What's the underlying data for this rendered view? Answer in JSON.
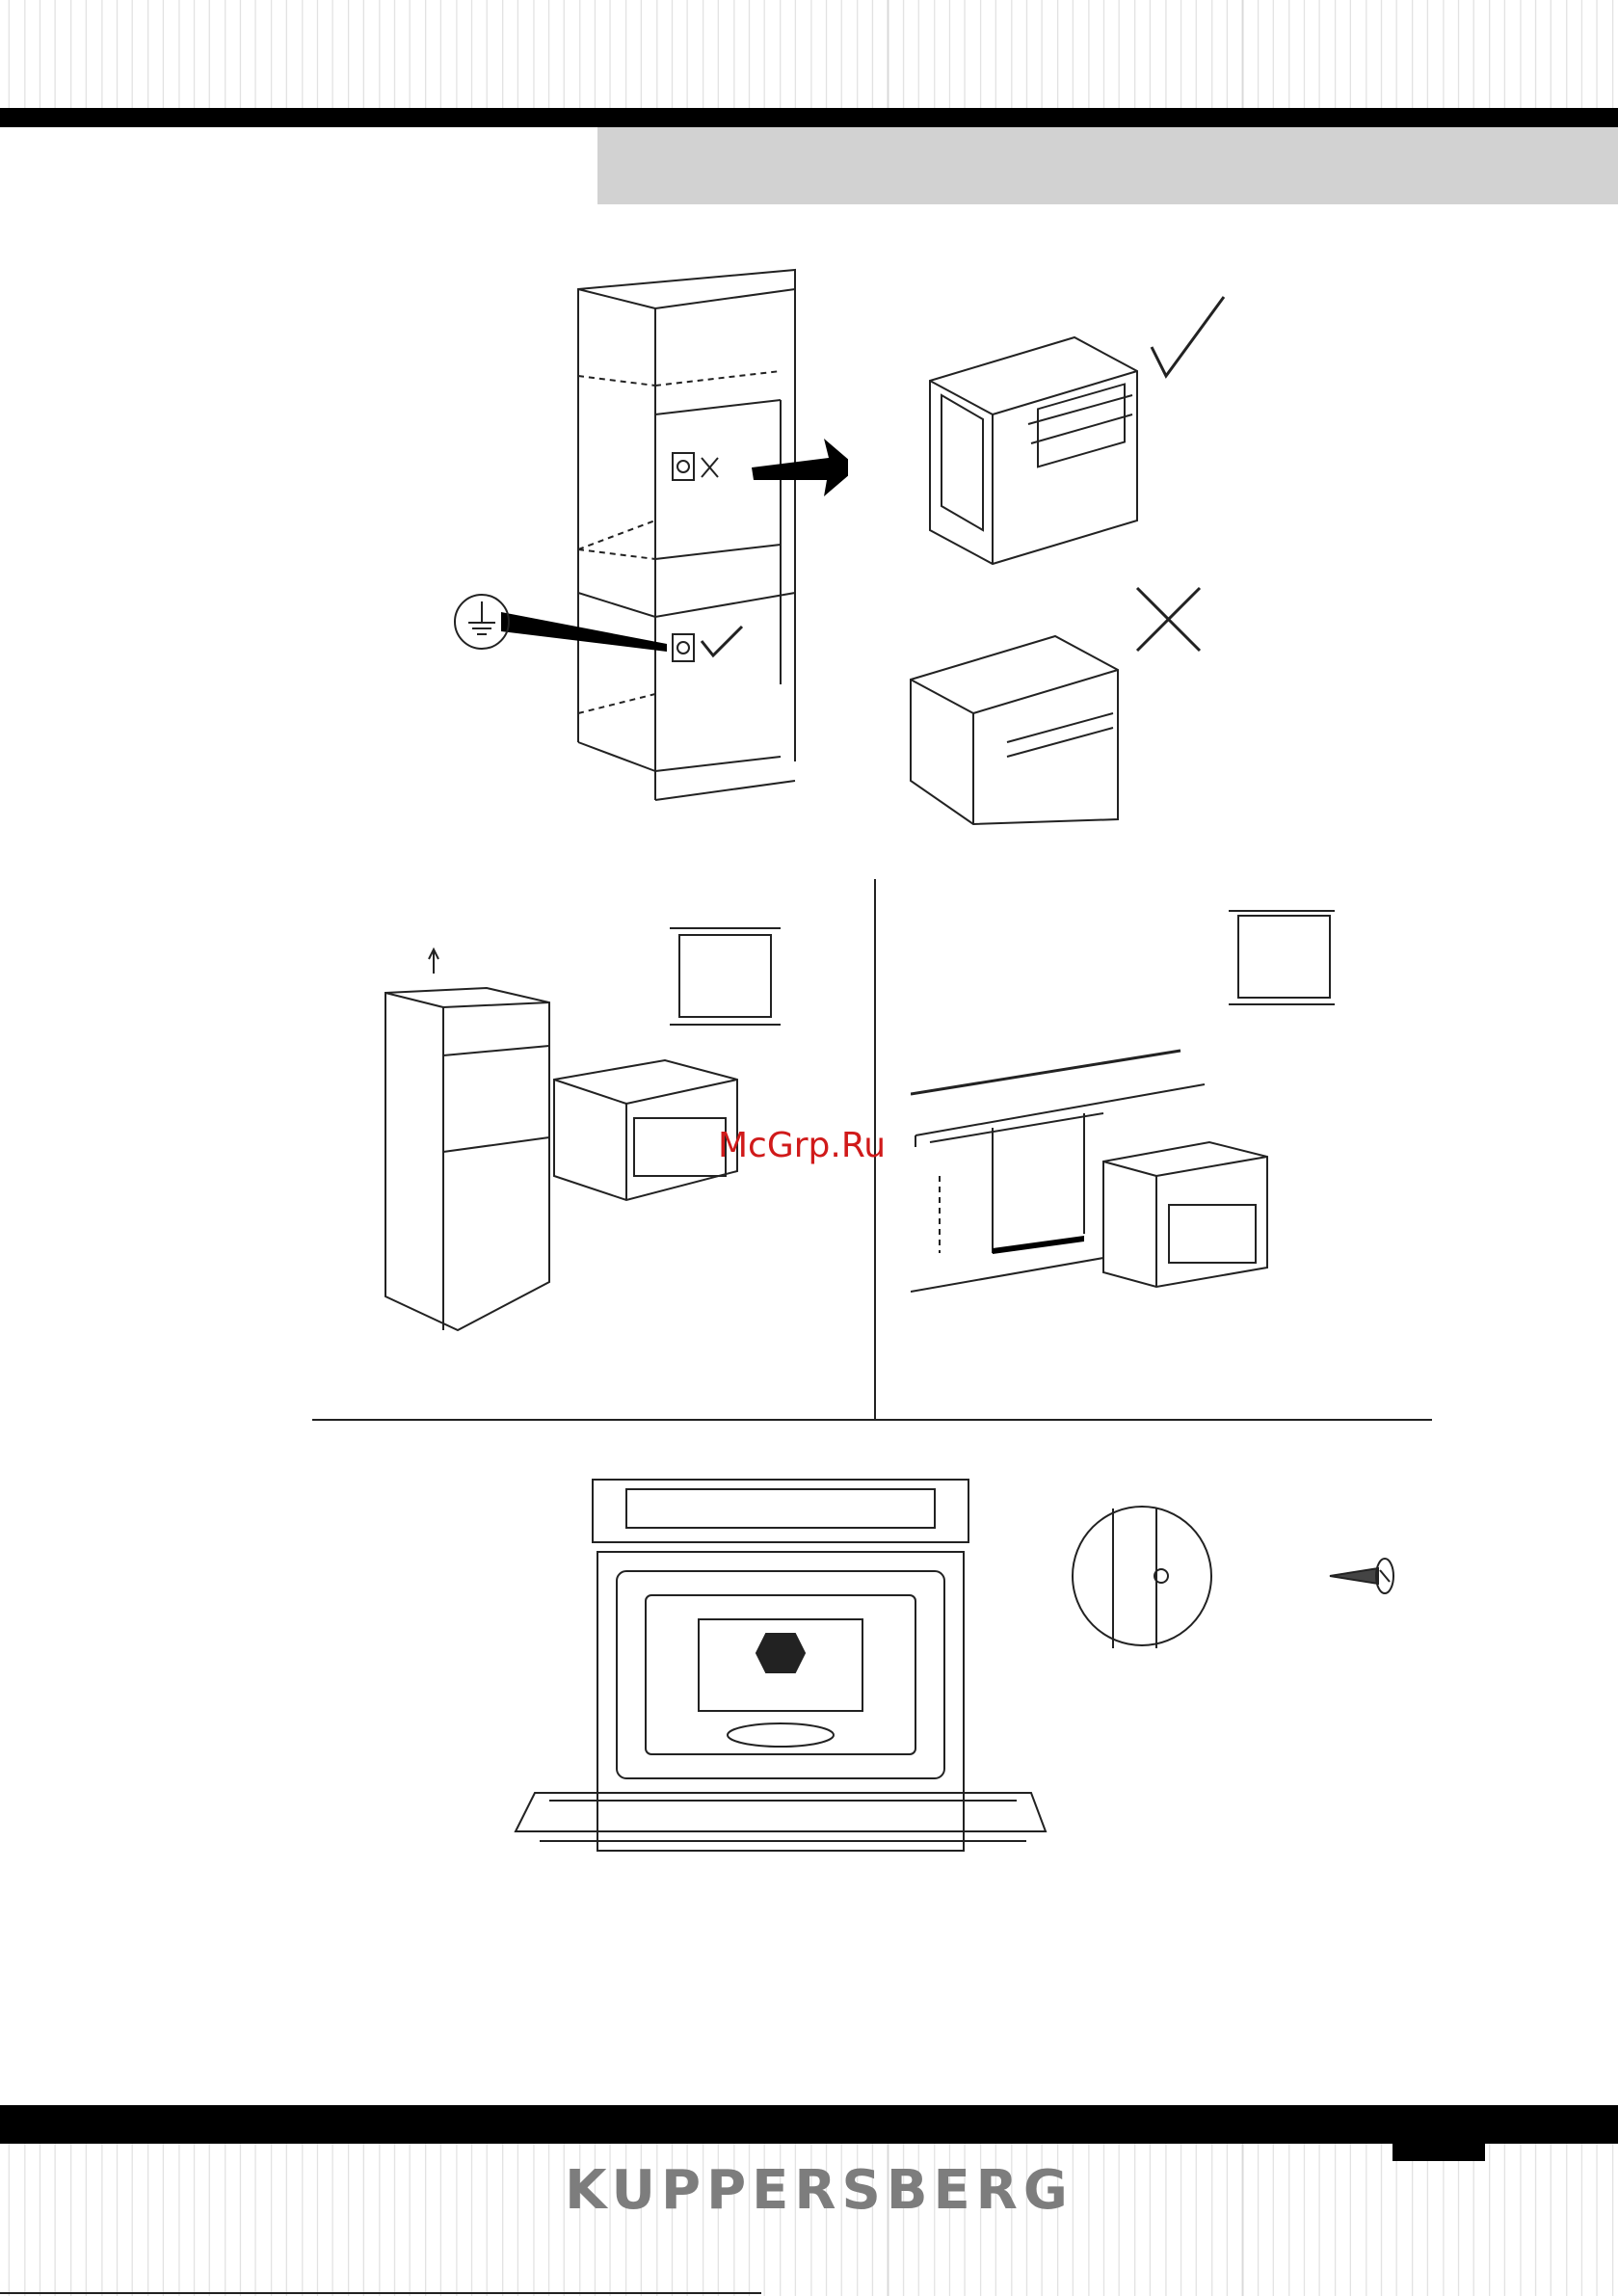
{
  "document": {
    "brand": "KUPPERSBERG",
    "watermark": "McGrp.Ru"
  },
  "figures": [
    {
      "id": "socket-placement",
      "correct_mark": "check-icon",
      "wrong_mark": "cross-icon",
      "symbol": "ground-symbol-icon"
    },
    {
      "id": "carrying-oven",
      "correct_mark": "check-icon",
      "wrong_mark": "cross-icon"
    },
    {
      "id": "column-install"
    },
    {
      "id": "under-counter-install"
    },
    {
      "id": "screw-fixing",
      "part": "screw-icon"
    }
  ],
  "colors": {
    "bar": "#000000",
    "band": "#d2d2d2",
    "brand": "#7d7d7d",
    "watermark": "#d01a1a",
    "line": "#222222"
  }
}
